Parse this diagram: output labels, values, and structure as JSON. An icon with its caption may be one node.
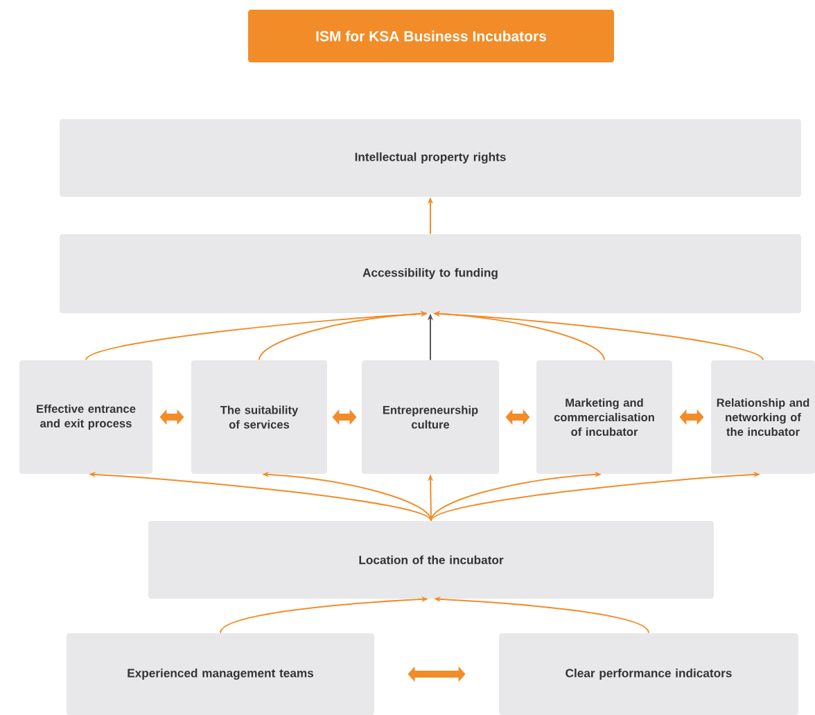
{
  "diagram": {
    "title": "ISM for KSA Business Incubators",
    "nodes": [
      {
        "text": [
          "Intellectual property rights"
        ]
      },
      {
        "text": [
          "Accessibility to funding"
        ]
      },
      {
        "text": [
          "Effective entrance and exit process"
        ]
      },
      {
        "text": [
          "The suitability of services"
        ]
      },
      {
        "text": [
          "Entrepreneurship culture"
        ]
      },
      {
        "text": [
          "Marketing and commercialisation of incubator"
        ]
      },
      {
        "text": [
          "Relationship and networking of the incubator"
        ]
      },
      {
        "text": [
          "Location of the incubator"
        ]
      },
      {
        "text": [
          "Experienced management teams"
        ]
      },
      {
        "text": [
          "Clear performance indicators"
        ]
      }
    ],
    "edges": [
      {
        "from": 1,
        "to": 0,
        "arrow": "to"
      },
      {
        "from": 2,
        "to": 1,
        "arrow": "to"
      },
      {
        "from": 3,
        "to": 1,
        "arrow": "to"
      },
      {
        "from": 4,
        "to": 1,
        "arrow": "to",
        "color": "#555555"
      },
      {
        "from": 5,
        "to": 1,
        "arrow": "to"
      },
      {
        "from": 6,
        "to": 1,
        "arrow": "to"
      },
      {
        "from": 2,
        "to": 3,
        "arrow": "both",
        "style": "thick"
      },
      {
        "from": 3,
        "to": 4,
        "arrow": "both",
        "style": "thick"
      },
      {
        "from": 4,
        "to": 5,
        "arrow": "both",
        "style": "thick"
      },
      {
        "from": 5,
        "to": 6,
        "arrow": "both",
        "style": "thick"
      },
      {
        "from": 7,
        "to": 2,
        "arrow": "to"
      },
      {
        "from": 7,
        "to": 3,
        "arrow": "to"
      },
      {
        "from": 7,
        "to": 4,
        "arrow": "to"
      },
      {
        "from": 7,
        "to": 5,
        "arrow": "to"
      },
      {
        "from": 7,
        "to": 6,
        "arrow": "to"
      },
      {
        "from": 8,
        "to": 7,
        "arrow": "to"
      },
      {
        "from": 9,
        "to": 7,
        "arrow": "to"
      },
      {
        "from": 8,
        "to": 9,
        "arrow": "both",
        "style": "thick"
      }
    ]
  }
}
